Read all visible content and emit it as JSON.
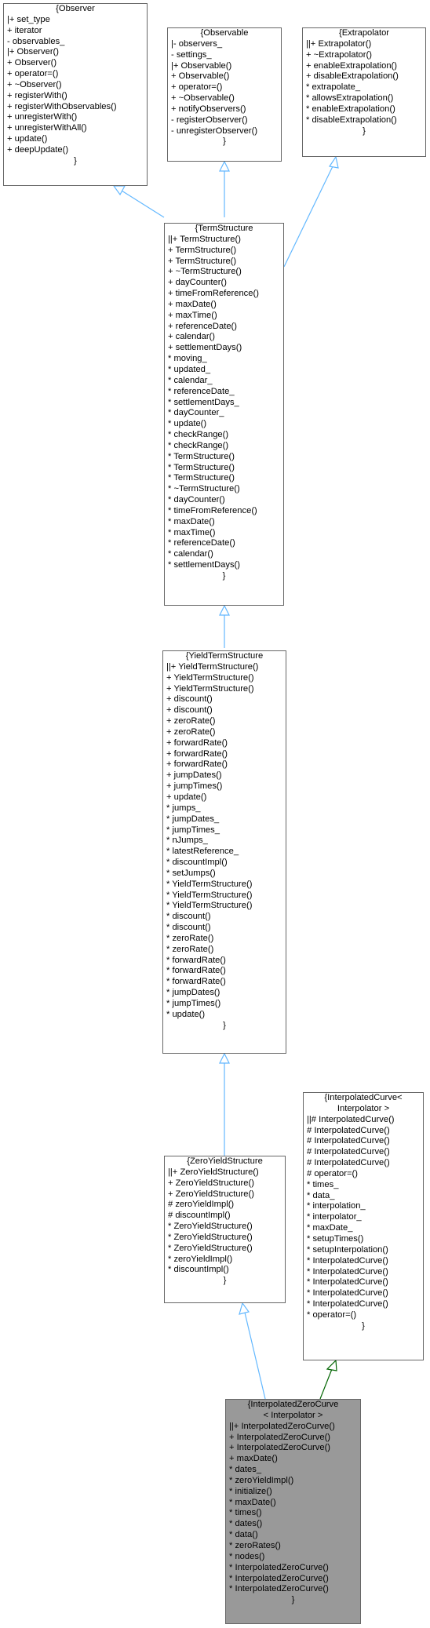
{
  "colors": {
    "inherit_edge": "#63b8ff",
    "template_edge": "#006400",
    "focus_fill": "#999999",
    "border": "#666666"
  },
  "nodes": {
    "observer": {
      "title": [
        "{Observer"
      ],
      "members": [
        "|+ set_type",
        "+ iterator",
        "- observables_",
        "|+ Observer()",
        "+ Observer()",
        "+ operator=()",
        "+ ~Observer()",
        "+ registerWith()",
        "+ registerWithObservables()",
        "+ unregisterWith()",
        "+ unregisterWithAll()",
        "+ update()",
        "+ deepUpdate()"
      ],
      "end": "}"
    },
    "observable": {
      "title": [
        "{Observable"
      ],
      "members": [
        "|- observers_",
        "- settings_",
        "|+ Observable()",
        "+ Observable()",
        "+ operator=()",
        "+ ~Observable()",
        "+ notifyObservers()",
        "- registerObserver()",
        "- unregisterObserver()"
      ],
      "end": "}"
    },
    "extrapolator": {
      "title": [
        "{Extrapolator"
      ],
      "members": [
        "||+ Extrapolator()",
        "+ ~Extrapolator()",
        "+ enableExtrapolation()",
        "+ disableExtrapolation()",
        "* extrapolate_",
        "* allowsExtrapolation()",
        "* enableExtrapolation()",
        "* disableExtrapolation()"
      ],
      "end": "}"
    },
    "termstructure": {
      "title": [
        "{TermStructure"
      ],
      "members": [
        "||+ TermStructure()",
        "+ TermStructure()",
        "+ TermStructure()",
        "+ ~TermStructure()",
        "+ dayCounter()",
        "+ timeFromReference()",
        "+ maxDate()",
        "+ maxTime()",
        "+ referenceDate()",
        "+ calendar()",
        "+ settlementDays()",
        "* moving_",
        "* updated_",
        "* calendar_",
        "* referenceDate_",
        "* settlementDays_",
        "* dayCounter_",
        "* update()",
        "* checkRange()",
        "* checkRange()",
        "* TermStructure()",
        "* TermStructure()",
        "* TermStructure()",
        "* ~TermStructure()",
        "* dayCounter()",
        "* timeFromReference()",
        "* maxDate()",
        "* maxTime()",
        "* referenceDate()",
        "* calendar()",
        "* settlementDays()"
      ],
      "end": "}"
    },
    "yieldtermstructure": {
      "title": [
        "{YieldTermStructure"
      ],
      "members": [
        "||+ YieldTermStructure()",
        "+ YieldTermStructure()",
        "+ YieldTermStructure()",
        "+ discount()",
        "+ discount()",
        "+ zeroRate()",
        "+ zeroRate()",
        "+ forwardRate()",
        "+ forwardRate()",
        "+ forwardRate()",
        "+ jumpDates()",
        "+ jumpTimes()",
        "+ update()",
        "* jumps_",
        "* jumpDates_",
        "* jumpTimes_",
        "* nJumps_",
        "* latestReference_",
        "* discountImpl()",
        "* setJumps()",
        "* YieldTermStructure()",
        "* YieldTermStructure()",
        "* YieldTermStructure()",
        "* discount()",
        "* discount()",
        "* zeroRate()",
        "* zeroRate()",
        "* forwardRate()",
        "* forwardRate()",
        "* forwardRate()",
        "* jumpDates()",
        "* jumpTimes()",
        "* update()"
      ],
      "end": "}"
    },
    "zeroyieldstructure": {
      "title": [
        "{ZeroYieldStructure"
      ],
      "members": [
        "||+ ZeroYieldStructure()",
        "+ ZeroYieldStructure()",
        "+ ZeroYieldStructure()",
        "# zeroYieldImpl()",
        "# discountImpl()",
        "* ZeroYieldStructure()",
        "* ZeroYieldStructure()",
        "* ZeroYieldStructure()",
        "* zeroYieldImpl()",
        "* discountImpl()"
      ],
      "end": "}"
    },
    "interpolatedcurve": {
      "title": [
        "{InterpolatedCurve<",
        "Interpolator >"
      ],
      "members": [
        "||# InterpolatedCurve()",
        "# InterpolatedCurve()",
        "# InterpolatedCurve()",
        "# InterpolatedCurve()",
        "# InterpolatedCurve()",
        "# operator=()",
        "* times_",
        "* data_",
        "* interpolation_",
        "* interpolator_",
        "* maxDate_",
        "* setupTimes()",
        "* setupInterpolation()",
        "* InterpolatedCurve()",
        "* InterpolatedCurve()",
        "* InterpolatedCurve()",
        "* InterpolatedCurve()",
        "* InterpolatedCurve()",
        "* operator=()"
      ],
      "end": "}"
    },
    "interpolatedzerocurve": {
      "title": [
        "{InterpolatedZeroCurve",
        "< Interpolator >"
      ],
      "members": [
        "||+ InterpolatedZeroCurve()",
        "+ InterpolatedZeroCurve()",
        "+ InterpolatedZeroCurve()",
        "+ maxDate()",
        "* dates_",
        "* zeroYieldImpl()",
        "* initialize()",
        "* maxDate()",
        "* times()",
        "* dates()",
        "* data()",
        "* zeroRates()",
        "* nodes()",
        "* InterpolatedZeroCurve()",
        "* InterpolatedZeroCurve()",
        "* InterpolatedZeroCurve()"
      ],
      "end": "}"
    }
  }
}
